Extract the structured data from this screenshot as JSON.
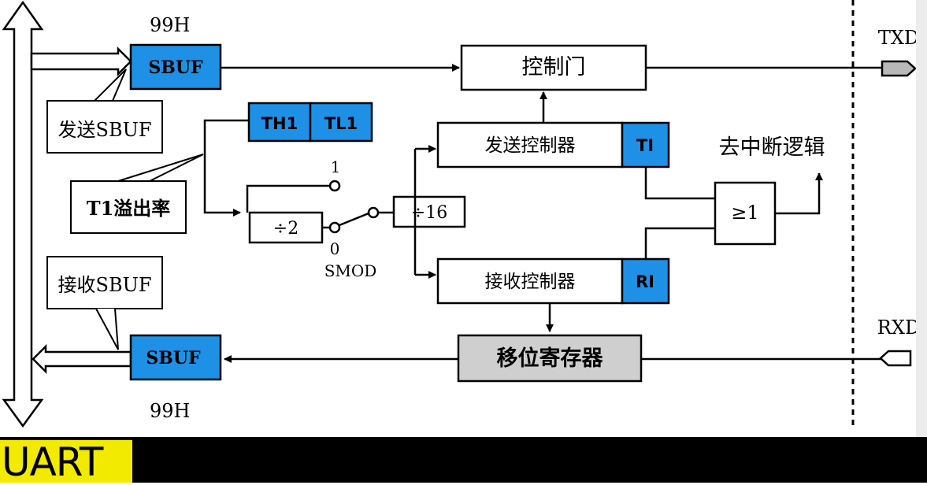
{
  "bottom": {
    "tag": "UART"
  },
  "registers": {
    "sbuf_top_addr": "99H",
    "sbuf_bottom_addr": "99H",
    "sbuf_label": "SBUF",
    "th1": "TH1",
    "tl1": "TL1",
    "ti": "TI",
    "ri": "RI"
  },
  "callouts": {
    "send_sbuf": "发送SBUF",
    "recv_sbuf": "接收SBUF",
    "t1_overflow": "T1溢出率"
  },
  "blocks": {
    "control_gate": "控制门",
    "tx_controller": "发送控制器",
    "rx_controller": "接收控制器",
    "shift_register": "移位寄存器",
    "div2": "÷2",
    "div16": "÷16",
    "or_gate": "≥1"
  },
  "switch": {
    "one": "1",
    "zero": "0",
    "smod": "SMOD"
  },
  "pins": {
    "txd": "TXD",
    "rxd": "RXD"
  },
  "interrupt": "去中断逻辑",
  "colors": {
    "register_fill": "#1e90e6",
    "shift_fill": "#cfcfcf",
    "uart_bg": "#f2ea00"
  }
}
